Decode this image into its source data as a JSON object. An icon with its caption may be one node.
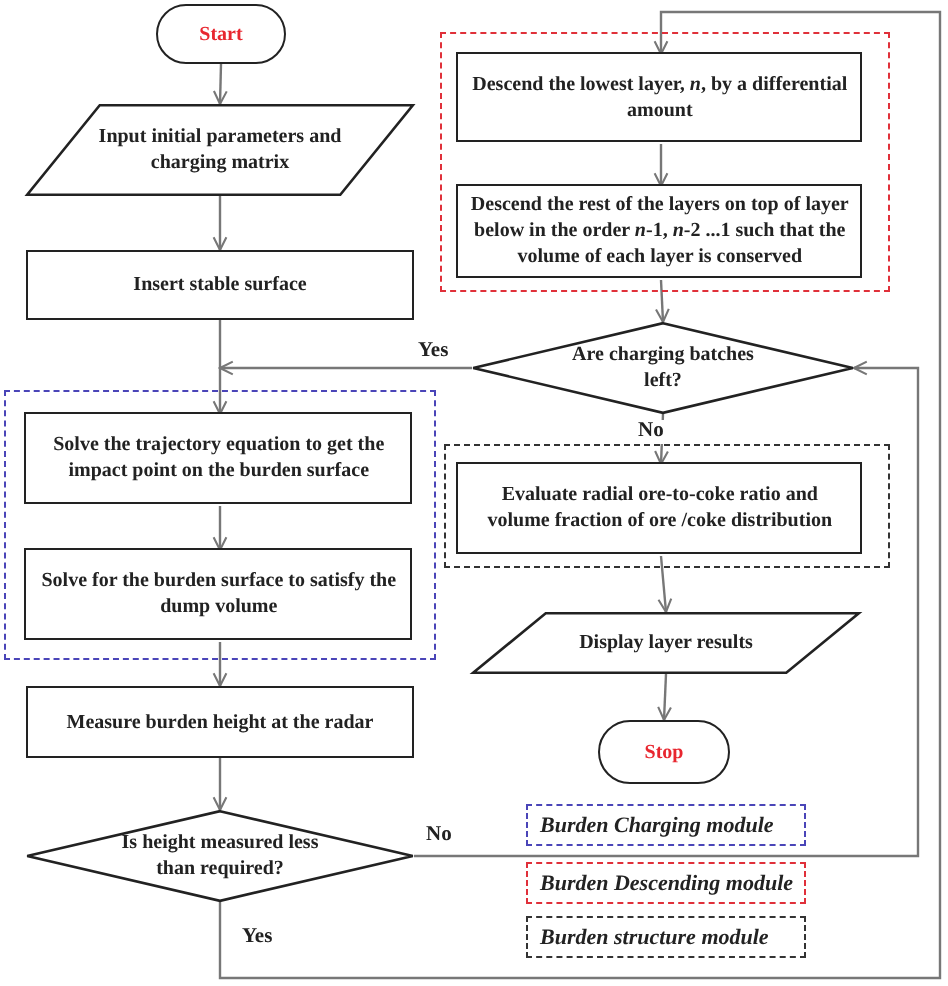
{
  "diagram": {
    "nodes": [
      {
        "text": [
          "Start"
        ]
      },
      {
        "text": [
          "Input initial parameters and charging matrix"
        ]
      },
      {
        "text": [
          "Insert stable surface"
        ]
      },
      {
        "text": [],
        "shape": "box"
      },
      {
        "text": [
          "Solve the trajectory equation to get the impact point on the burden surface"
        ],
        "in": 3
      },
      {
        "text": [
          "Solve for the burden surface to satisfy the dump volume"
        ],
        "in": 3
      },
      {
        "text": [
          "Measure burden height at the radar"
        ]
      },
      {
        "text": [
          "Is height measured less than required?"
        ]
      },
      {
        "text": [],
        "shape": "box"
      },
      {
        "text": [
          "Descend the lowest layer, *n*, by a differential amount"
        ],
        "in": 8
      },
      {
        "text": [
          "Descend the rest of the layers on top of layer below in the order *n*-1, *n*-2 ...1 such that the volume of each layer is conserved"
        ],
        "in": 8
      },
      {
        "text": [
          "Are charging batches left?"
        ]
      },
      {
        "text": [],
        "shape": "box"
      },
      {
        "text": [
          "Evaluate radial ore-to-coke ratio and volume fraction of ore /coke distribution"
        ],
        "in": 12
      },
      {
        "text": [
          "Display layer results"
        ]
      },
      {
        "text": [
          "Stop"
        ]
      }
    ],
    "edges": [
      {
        "from": 0,
        "to": 1,
        "arrow": "to"
      },
      {
        "from": 1,
        "to": 2,
        "arrow": "to"
      },
      {
        "from": 2,
        "to": 4,
        "arrow": "to"
      },
      {
        "from": 4,
        "to": 5,
        "arrow": "to"
      },
      {
        "from": 5,
        "to": 6,
        "arrow": "to"
      },
      {
        "from": 6,
        "to": 7,
        "arrow": "to"
      },
      {
        "from": 7,
        "to": 11,
        "arrow": "to",
        "label": "No"
      },
      {
        "from": 7,
        "to": 9,
        "arrow": "to",
        "label": "Yes"
      },
      {
        "from": 9,
        "to": 10,
        "arrow": "to"
      },
      {
        "from": 10,
        "to": 11,
        "arrow": "to"
      },
      {
        "from": 11,
        "to": 4,
        "arrow": "to",
        "label": "Yes"
      },
      {
        "from": 11,
        "to": 13,
        "arrow": "to",
        "label": "No"
      },
      {
        "from": 13,
        "to": 14,
        "arrow": "to"
      },
      {
        "from": 14,
        "to": 15,
        "arrow": "to"
      }
    ],
    "legend": [
      {
        "text": "Burden Charging module"
      },
      {
        "text": "Burden Descending module"
      },
      {
        "text": "Burden structure module"
      }
    ]
  }
}
